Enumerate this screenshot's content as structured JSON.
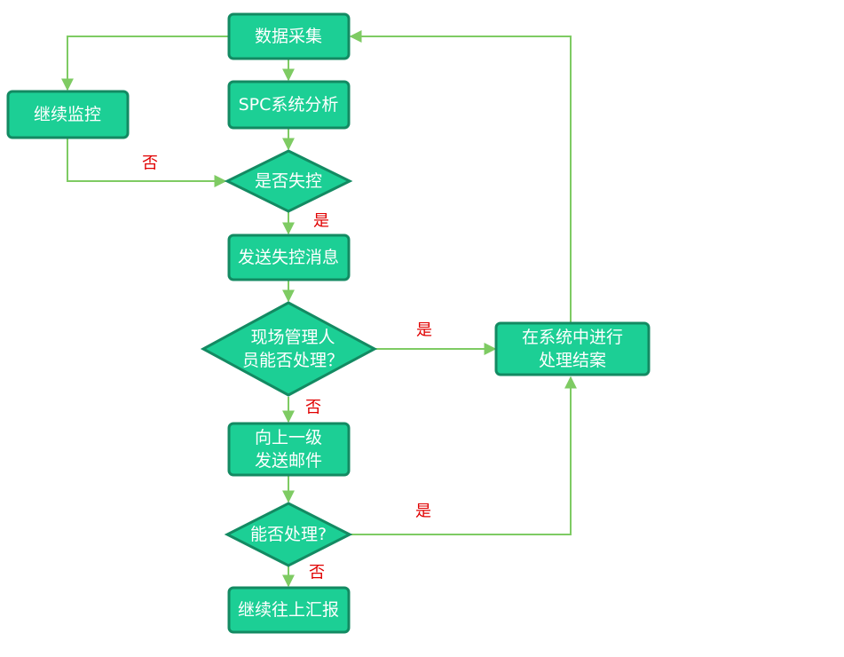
{
  "colors": {
    "node_fill": "#1ccf95",
    "node_border": "#138a62",
    "node_text": "#ffffff",
    "edge": "#7ecb63",
    "edge_label": "#e00000"
  },
  "nodes": {
    "data_collect": "数据采集",
    "spc_analysis": "SPC系统分析",
    "continue_monitor": "继续监控",
    "out_of_control": "是否失控",
    "send_alert": "发送失控消息",
    "manager_handle": [
      "现场管理人",
      "员能否处理？"
    ],
    "close_in_system": [
      "在系统中进行",
      "处理结案"
    ],
    "email_up": [
      "向上一级",
      "发送邮件"
    ],
    "can_handle": "能否处理?",
    "report_up": "继续往上汇报"
  },
  "edge_labels": {
    "no_to_monitor": "否",
    "yes_out_of_control": "是",
    "yes_manager": "是",
    "no_manager": "否",
    "yes_can_handle": "是",
    "no_can_handle": "否"
  }
}
